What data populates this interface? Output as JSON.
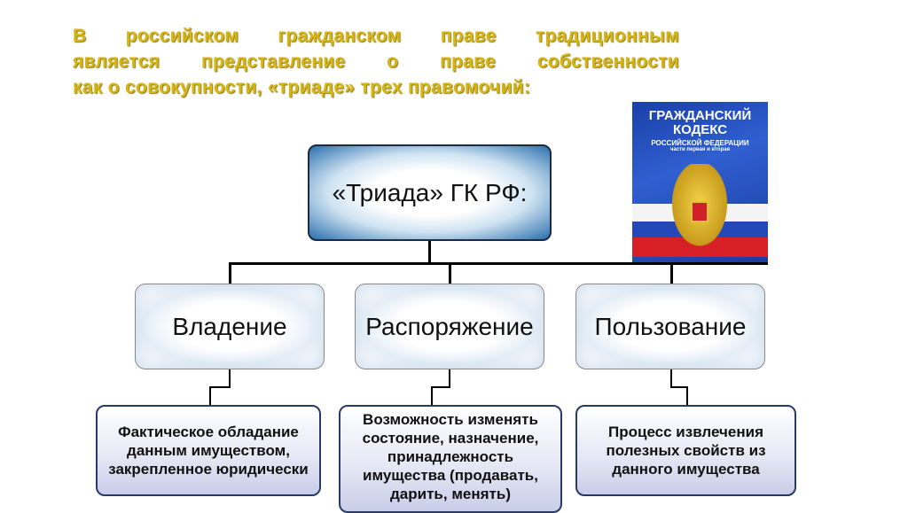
{
  "title": {
    "lines": [
      "В российском гражданском праве традиционным",
      "является представление о праве собственности",
      "как о совокупности, «триаде» трех правомочий:"
    ]
  },
  "root": {
    "label": "«Триада» ГК РФ:"
  },
  "book": {
    "title": "ГРАЖДАНСКИЙ КОДЕКС",
    "subtitle": "РОССИЙСКОЙ ФЕДЕРАЦИИ",
    "parts": "части первая и вторая"
  },
  "powers": [
    {
      "label": "Владение",
      "description": "Фактическое обладание данным имуществом, закрепленное юридически"
    },
    {
      "label": "Распоряжение",
      "description": "Возможность изменять состояние, назначение, принадлежность имущества (продавать, дарить, менять)"
    },
    {
      "label": "Пользование",
      "description": "Процесс извлечения полезных свойств из данного имущества"
    }
  ]
}
